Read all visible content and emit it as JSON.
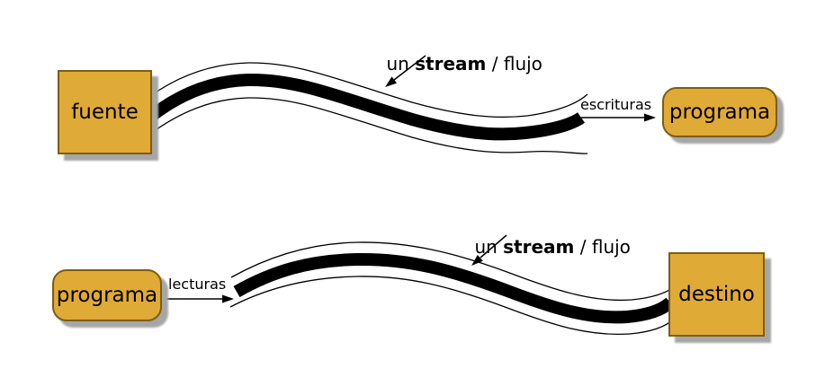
{
  "top_diagram": {
    "source_label": "fuente",
    "target_label": "programa",
    "arrow_label": "escrituras",
    "stream_label": {
      "prefix": "un ",
      "bold": "stream",
      "suffix": " / flujo"
    }
  },
  "bottom_diagram": {
    "source_label": "programa",
    "target_label": "destino",
    "arrow_label": "lecturas",
    "stream_label": {
      "prefix": "un ",
      "bold": "stream",
      "suffix": " / flujo"
    }
  },
  "colors": {
    "box_fill": "#E0AA36",
    "box_border": "#7D5D10",
    "box_shadow": "#A6A6A6",
    "stream": "#000000",
    "text": "#000000"
  }
}
